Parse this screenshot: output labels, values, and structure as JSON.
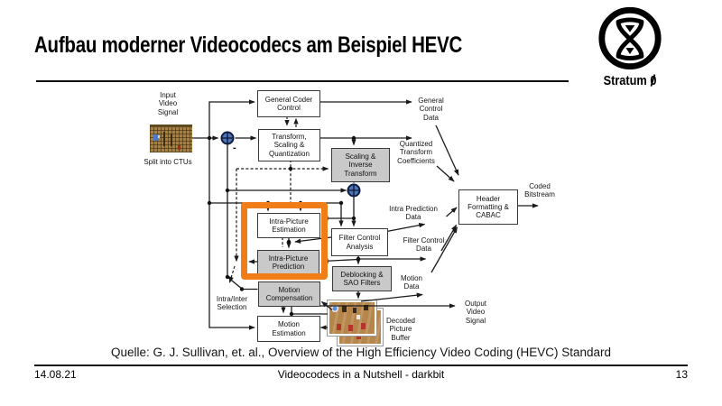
{
  "slide": {
    "title": "Aufbau moderner Videocodecs am Beispiel HEVC",
    "source_citation": "Quelle: G. J. Sullivan, et. al., Overview of the High Efficiency Video Coding (HEVC) Standard",
    "footer": {
      "date": "14.08.21",
      "center": "Videocodecs in a Nutshell - darkbit",
      "page_number": "13"
    }
  },
  "logo": {
    "text_prefix": "Stratum ",
    "zero": "0"
  },
  "diagram": {
    "boxes": {
      "general_coder_control": {
        "label": "General Coder\nControl",
        "style": "white"
      },
      "transform_scaling_quantization": {
        "label": "Transform,\nScaling &\nQuantization",
        "style": "white"
      },
      "scaling_inverse_transform": {
        "label": "Scaling &\nInverse\nTransform",
        "style": "gray"
      },
      "intra_picture_estimation": {
        "label": "Intra-Picture\nEstimation",
        "style": "white"
      },
      "intra_picture_prediction": {
        "label": "Intra-Picture\nPrediction",
        "style": "gray"
      },
      "filter_control_analysis": {
        "label": "Filter Control\nAnalysis",
        "style": "white"
      },
      "deblocking_sao_filters": {
        "label": "Deblocking &\nSAO Filters",
        "style": "gray"
      },
      "motion_compensation": {
        "label": "Motion\nCompensation",
        "style": "gray"
      },
      "motion_estimation": {
        "label": "Motion\nEstimation",
        "style": "white"
      },
      "header_formatting_cabac": {
        "label": "Header\nFormatting &\nCABAC",
        "style": "white"
      }
    },
    "labels": {
      "input_video_signal": "Input\nVideo\nSignal",
      "split_into_ctus": "Split into CTUs",
      "general_control_data": "General\nControl\nData",
      "quantized_transform_coefficients": "Quantized\nTransform\nCoefficients",
      "intra_prediction_data": "Intra Prediction\nData",
      "filter_control_data": "Filter Control\nData",
      "motion_data": "Motion\nData",
      "coded_bitstream": "Coded\nBitstream",
      "output_video_signal": "Output\nVideo\nSignal",
      "decoded_picture_buffer": "Decoded\nPicture\nBuffer",
      "intra_inter_selection": "Intra/Inter\nSelection",
      "minus": "-"
    },
    "colors": {
      "highlight_orange": "#F07D17",
      "gray_box": "#C9C9C9",
      "adder_blue": "#4F74B8",
      "line": "#1A1A1A"
    }
  }
}
